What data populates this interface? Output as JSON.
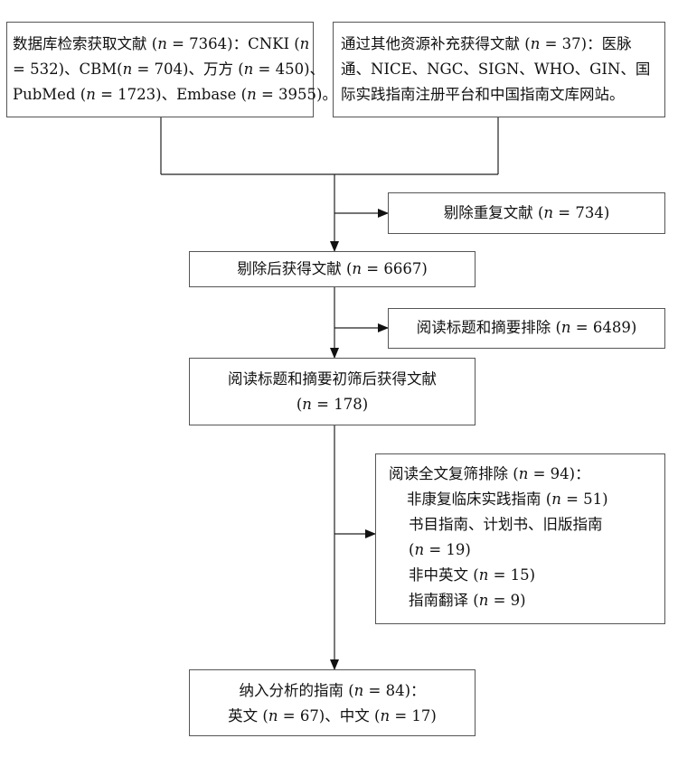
{
  "db_box": {
    "line1": [
      "数据库检索获取文献 (",
      "n",
      " = 7364)：CNKI (",
      "n"
    ],
    "line2": [
      "= 532)、CBM(",
      "n",
      " = 704)、万方 (",
      "n",
      " = 450)、"
    ],
    "line3": [
      "PubMed (",
      "n",
      " = 1723)、Embase (",
      "n",
      " = 3955)。"
    ]
  },
  "other_box": {
    "line1": [
      "通过其他资源补充获得文献 (",
      "n",
      " = 37)：医脉"
    ],
    "line2": "通、NICE、NGC、SIGN、WHO、GIN、国",
    "line3": "际实践指南注册平台和中国指南文库网站。"
  },
  "dup_box": [
    "剔除重复文献 (",
    "n",
    " = 734)"
  ],
  "after_dedup_box": [
    "剔除后获得文献 (",
    "n",
    " = 6667)"
  ],
  "title_exclude_box": [
    "阅读标题和摘要排除 (",
    "n",
    " = 6489)"
  ],
  "screened_box": {
    "line1": "阅读标题和摘要初筛后获得文献",
    "line2": [
      "(",
      "n",
      " = 178)"
    ]
  },
  "fulltext_box": {
    "line1": [
      "阅读全文复筛排除 (",
      "n",
      " = 94)："
    ],
    "line2": [
      "非康复临床实践指南 (",
      "n",
      " = 51)"
    ],
    "line3": "书目指南、计划书、旧版指南",
    "line4": [
      "(",
      "n",
      " = 19)"
    ],
    "line5": [
      "非中英文 (",
      "n",
      " = 15)"
    ],
    "line6": [
      "指南翻译 (",
      "n",
      " = 9)"
    ]
  },
  "final_box": {
    "line1": [
      "纳入分析的指南 (",
      "n",
      " = 84)："
    ],
    "line2": [
      "英文 (",
      "n",
      " = 67)、中文 (",
      "n",
      " = 17)"
    ]
  }
}
